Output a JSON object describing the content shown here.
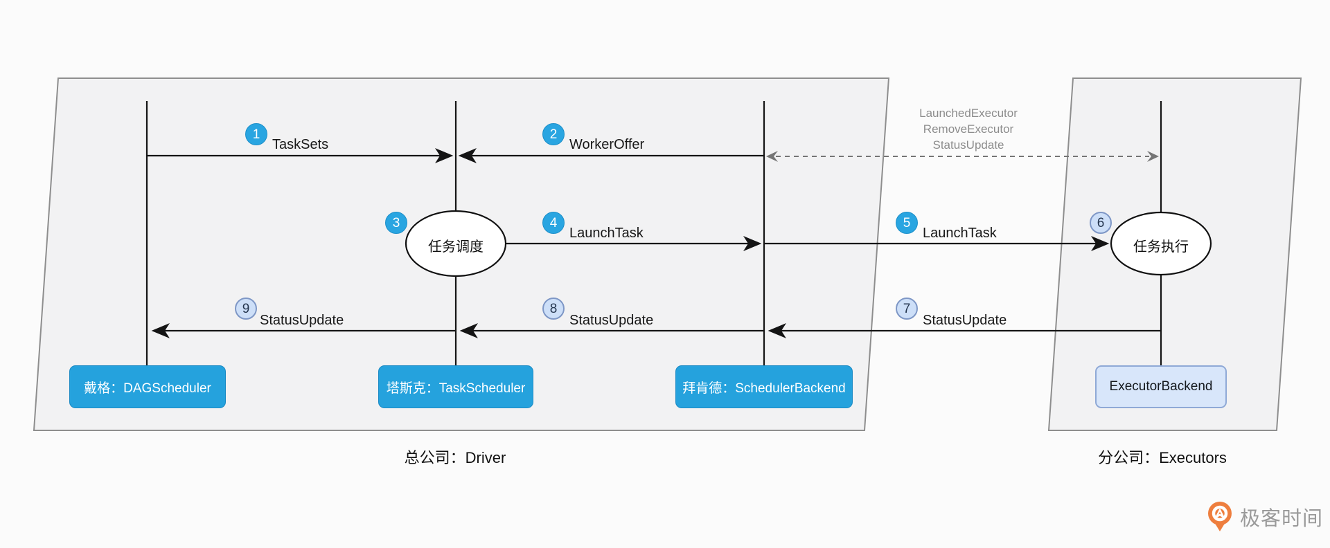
{
  "diagram": {
    "groups": {
      "driver_label": "总公司：Driver",
      "executors_label": "分公司：Executors"
    },
    "actors": {
      "dagscheduler": {
        "label": "戴格：DAGScheduler"
      },
      "taskscheduler": {
        "label": "塔斯克：TaskScheduler"
      },
      "schedulerbackend": {
        "label": "拜肯德：SchedulerBackend"
      },
      "executorbackend": {
        "label": "ExecutorBackend"
      }
    },
    "ellipses": {
      "task_scheduling": {
        "label": "任务调度"
      },
      "task_execution": {
        "label": "任务执行"
      }
    },
    "messages": {
      "m1": {
        "num": "1",
        "label": "TaskSets"
      },
      "m2": {
        "num": "2",
        "label": "WorkerOffer"
      },
      "m3": {
        "num": "3",
        "label": ""
      },
      "m4": {
        "num": "4",
        "label": "LaunchTask"
      },
      "m5": {
        "num": "5",
        "label": "LaunchTask"
      },
      "m6": {
        "num": "6",
        "label": ""
      },
      "m7": {
        "num": "7",
        "label": "StatusUpdate"
      },
      "m8": {
        "num": "8",
        "label": "StatusUpdate"
      },
      "m9": {
        "num": "9",
        "label": "StatusUpdate"
      }
    },
    "dashed_note": {
      "line1": "LaunchedExecutor",
      "line2": "RemoveExecutor",
      "line3": "StatusUpdate"
    },
    "logo": {
      "text": "极客时间"
    },
    "colors": {
      "solid_box": "#25a2dd",
      "light_box": "#d8e6fa",
      "solid_badge": "#29a5e1",
      "light_badge": "#cddff8",
      "boundary_fill": "#f2f2f3",
      "boundary_stroke": "#8e8e8e",
      "line": "#141414",
      "dashed_gray": "#757575",
      "note_gray": "#8c8c8c",
      "logo_orange": "#ee7e3e"
    }
  }
}
